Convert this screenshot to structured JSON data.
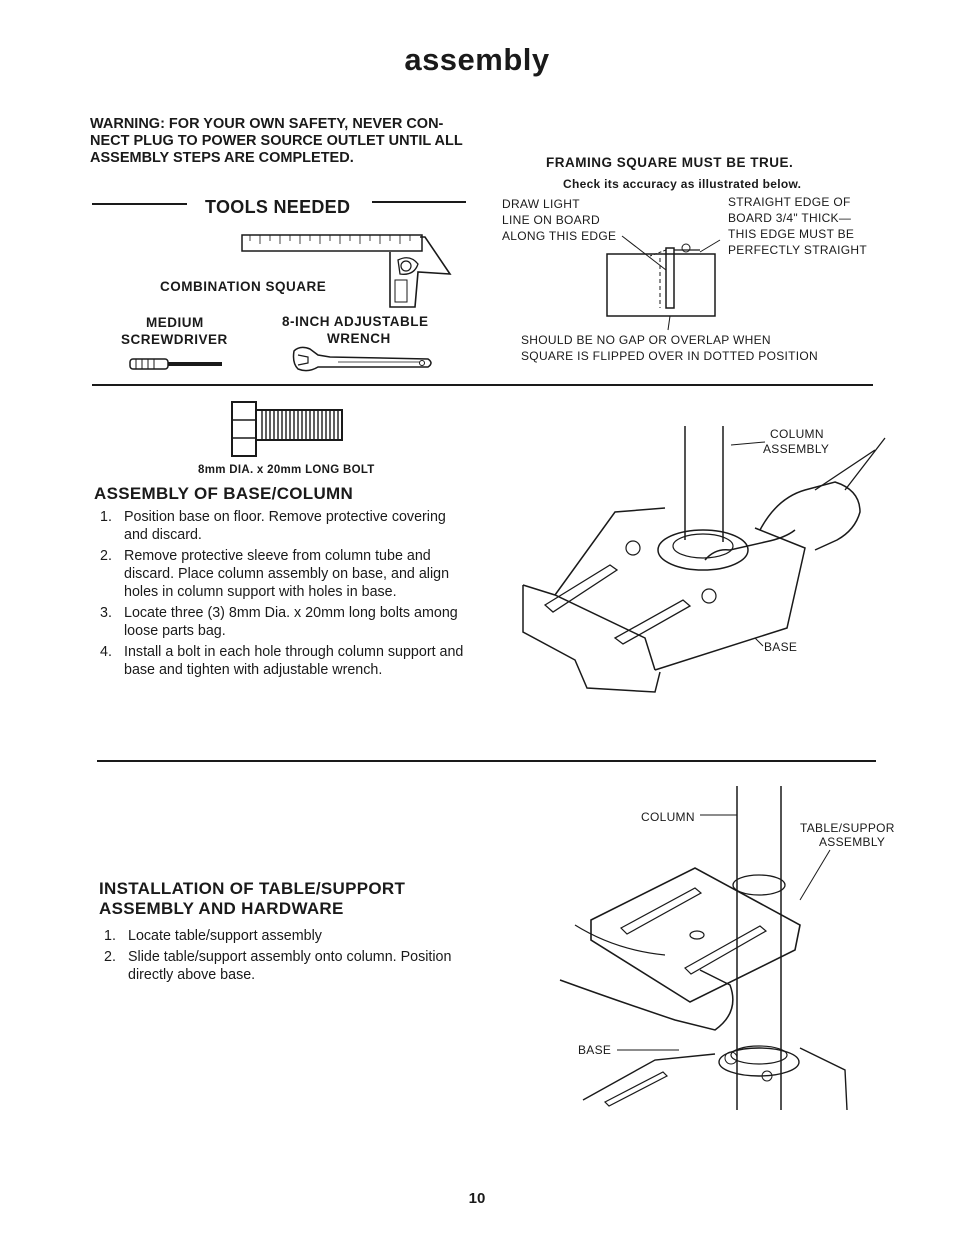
{
  "page": {
    "title": "assembly",
    "warning": "WARNING: FOR YOUR OWN SAFETY, NEVER CON-NECT PLUG TO POWER SOURCE OUTLET UNTIL ALL ASSEMBLY STEPS ARE COMPLETED.",
    "page_number": "10"
  },
  "tools": {
    "heading": "TOOLS NEEDED",
    "combination_square": "COMBINATION SQUARE",
    "screwdriver_line1": "MEDIUM",
    "screwdriver_line2": "SCREWDRIVER",
    "wrench_line1": "8-INCH ADJUSTABLE",
    "wrench_line2": "WRENCH"
  },
  "framing": {
    "heading": "FRAMING SQUARE MUST BE TRUE.",
    "subheading": "Check its accuracy as illustrated below.",
    "left_l1": "DRAW LIGHT",
    "left_l2": "LINE ON BOARD",
    "left_l3": "ALONG THIS EDGE",
    "right_l1": "STRAIGHT EDGE OF",
    "right_l2": "BOARD 3/4\" THICK—",
    "right_l3": "THIS EDGE MUST BE",
    "right_l4": "PERFECTLY STRAIGHT",
    "bottom_l1": "SHOULD BE NO GAP OR OVERLAP WHEN",
    "bottom_l2": "SQUARE IS FLIPPED OVER IN DOTTED POSITION"
  },
  "bolt": {
    "caption": "8mm DIA. x 20mm LONG BOLT"
  },
  "base_column": {
    "heading": "ASSEMBLY OF BASE/COLUMN",
    "steps": [
      "Position base on floor. Remove protective covering and discard.",
      "Remove protective sleeve from column tube and discard. Place column assembly on base, and align holes in column support with holes in base.",
      "Locate three (3) 8mm Dia. x 20mm long bolts among loose parts bag.",
      "Install a bolt in each hole through column support and base and tighten with adjustable wrench."
    ],
    "label_column_l1": "COLUMN",
    "label_column_l2": "ASSEMBLY",
    "label_base": "BASE"
  },
  "table_support": {
    "heading_l1": "INSTALLATION OF TABLE/SUPPORT",
    "heading_l2": "ASSEMBLY AND HARDWARE",
    "steps": [
      "Locate table/support assembly",
      "Slide table/support assembly onto column. Position directly above base."
    ],
    "label_column": "COLUMN",
    "label_table_l1": "TABLE/SUPPOR",
    "label_table_l2": "ASSEMBLY",
    "label_base": "BASE"
  }
}
